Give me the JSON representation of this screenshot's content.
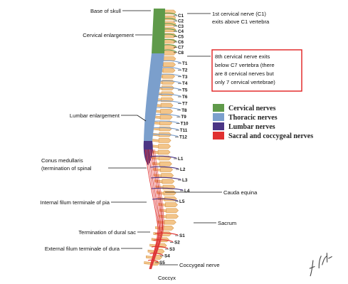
{
  "labels": {
    "base_of_skull": "Base of skull",
    "cervical_enlargement": "Cervical enlargement",
    "lumbar_enlargement": "Lumbar enlargement",
    "conus_line1": "Conus medullaris",
    "conus_line2": "(termination of spinal",
    "internal_filum": "Internal filum terminale of pia",
    "termination_dural": "Termination of dural sac",
    "external_filum": "External filum terminale of dura",
    "coccyx": "Coccyx",
    "first_nerve_line1": "1st cervical nerve (C1)",
    "first_nerve_line2": "exits above C1 vertebra",
    "cauda_equina": "Cauda equina",
    "sacrum": "Sacrum",
    "coccygeal_nerve": "Coccygeal nerve"
  },
  "callout": {
    "line1": "8th cervical nerve exits",
    "line2": "below C7 vertebra (there",
    "line3": "are 8 cervical nerves but",
    "line4": "only 7 cervical vertebrae)",
    "border_color": "#e02020"
  },
  "legend": [
    {
      "label": "Cervical nerves",
      "color": "#5f9a4a"
    },
    {
      "label": "Thoracic nerves",
      "color": "#7b9fcc"
    },
    {
      "label": "Lumbar nerves",
      "color": "#4b3585"
    },
    {
      "label": "Sacral and coccygeal nerves",
      "color": "#e03030"
    }
  ],
  "segments": {
    "cervical": [
      "C1",
      "C2",
      "C3",
      "C4",
      "C5",
      "C6",
      "C7",
      "C8"
    ],
    "thoracic": [
      "T1",
      "T2",
      "T3",
      "T4",
      "T5",
      "T6",
      "T7",
      "T8",
      "T9",
      "T10",
      "T11",
      "T12"
    ],
    "lumbar": [
      "L1",
      "L2",
      "L3",
      "L4",
      "L5"
    ],
    "sacral": [
      "S1",
      "S2",
      "S3",
      "S4",
      "S5"
    ]
  },
  "colors": {
    "cervical": "#5f9a4a",
    "thoracic": "#7b9fcc",
    "lumbar": "#4b3585",
    "sacral": "#e03030",
    "bone": "#f3c58a"
  },
  "signature": "F. Netter"
}
